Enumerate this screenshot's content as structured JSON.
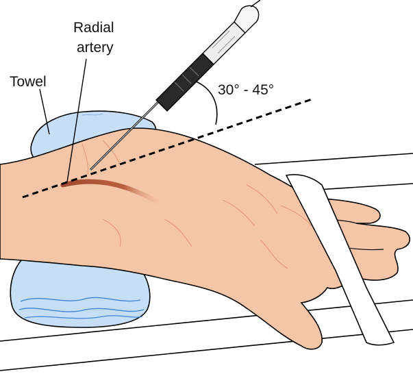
{
  "labels": {
    "towel": "Towel",
    "radial_line1": "Radial",
    "radial_line2": "artery",
    "angle": "30° - 45°"
  },
  "colors": {
    "skin": "#f4c5a6",
    "skin_shadow": "#e8a987",
    "towel": "#c6def6",
    "towel_edge": "#8fb6e0",
    "towel_water": "#3d86d8",
    "artery": "#b0573a",
    "strap": "#ffffff",
    "needle_hub": "#2a2a2a",
    "line": "#000000"
  },
  "icons": {
    "needle": "syringe-needle-icon"
  }
}
